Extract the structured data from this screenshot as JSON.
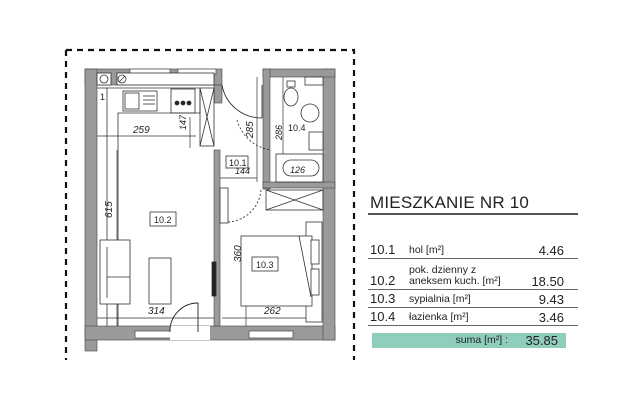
{
  "plan": {
    "rooms": [
      {
        "id": "10.1",
        "label": "10.1"
      },
      {
        "id": "10.2",
        "label": "10.2"
      },
      {
        "id": "10.3",
        "label": "10.3"
      },
      {
        "id": "10.4",
        "label": "10.4"
      }
    ],
    "dimensions": {
      "kitchen_width": "259",
      "counter_depth": "147",
      "living_height": "615",
      "living_width": "314",
      "hall_height": "285",
      "hall_width": "144",
      "bath_height": "286",
      "tub": "126",
      "bed_height": "360",
      "bed_width": "262"
    },
    "marker": "1"
  },
  "table": {
    "title": "MIESZKANIE NR  10",
    "rows": [
      {
        "num": "10.1",
        "label": "hol [m²]",
        "value": "4.46"
      },
      {
        "num": "10.2",
        "label_line1": "pok. dzienny z",
        "label_line2": "aneksem kuch. [m²]",
        "value": "18.50"
      },
      {
        "num": "10.3",
        "label": "sypialnia [m²]",
        "value": "9.43"
      },
      {
        "num": "10.4",
        "label": "łazienka [m²]",
        "value": "3.46"
      }
    ],
    "sum": {
      "label": "suma [m²] :",
      "value": "35.85",
      "color": "#8fcdbd"
    }
  }
}
